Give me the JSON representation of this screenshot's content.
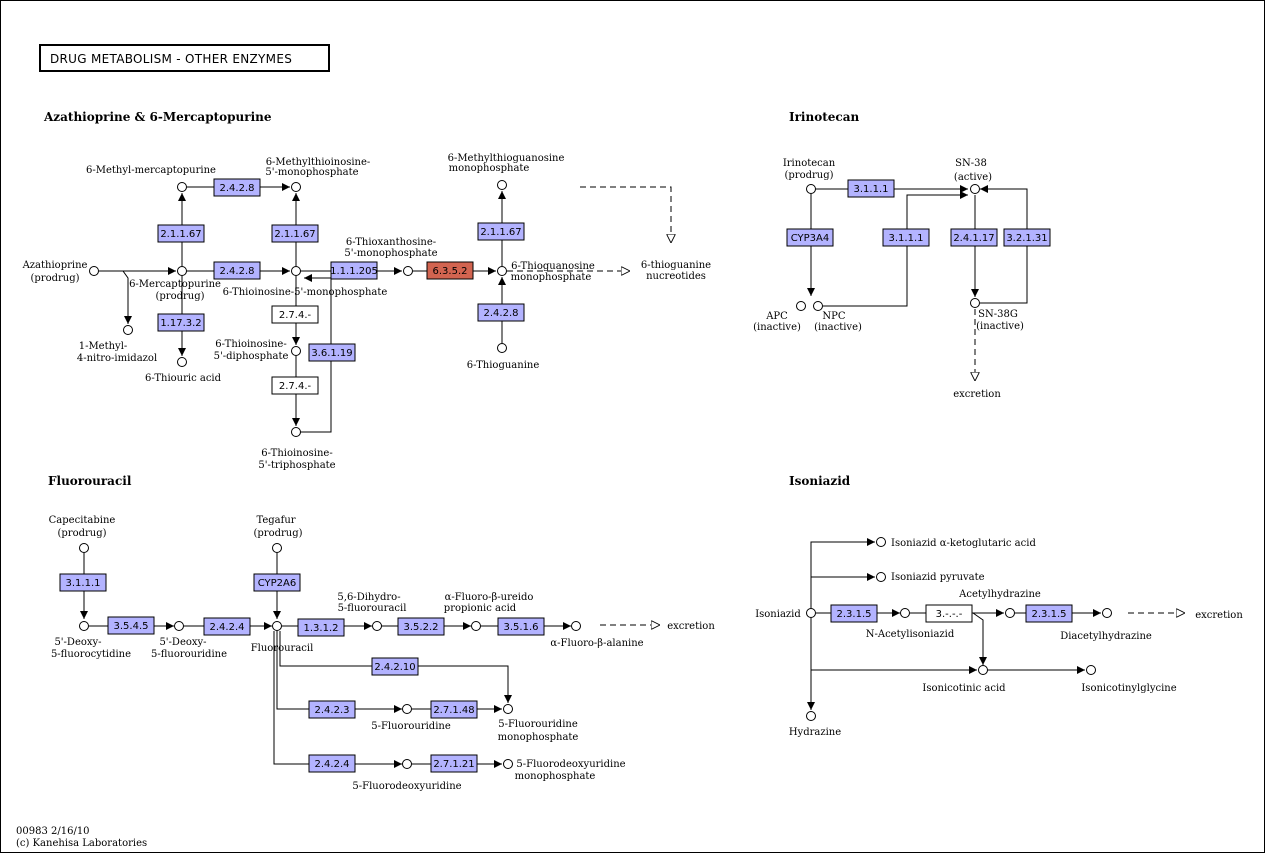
{
  "title": "DRUG  METABOLISM - OTHER ENZYMES",
  "colors": {
    "gene_box": "#b3b3ff",
    "highlight_box": "#d26450",
    "plain_box": "#ffffff",
    "line": "#000000"
  },
  "sections": {
    "azathioprine": "Azathioprine & 6-Mercaptopurine",
    "irinotecan": "Irinotecan",
    "fluorouracil": "Fluorouracil",
    "isoniazid": "Isoniazid"
  },
  "enzymes": {
    "aza_242_a": "2.4.2.8",
    "aza_21167_a": "2.1.1.67",
    "aza_21167_b": "2.1.1.67",
    "aza_242_b": "2.4.2.8",
    "aza_11732": "1.17.3.2",
    "aza_274_a": "2.7.4.-",
    "aza_274_b": "2.7.4.-",
    "aza_36119": "3.6.1.19",
    "aza_111205": "1.1.1.205",
    "aza_6352": "6.3.5.2",
    "aza_21167_c": "2.1.1.67",
    "aza_242_c": "2.4.2.8",
    "iri_3111_a": "3.1.1.1",
    "iri_cyp3a4": "CYP3A4",
    "iri_3111_b": "3.1.1.1",
    "iri_24117": "2.4.1.17",
    "iri_32131": "3.2.1.31",
    "fu_3111": "3.1.1.1",
    "fu_cyp2a6": "CYP2A6",
    "fu_3545": "3.5.4.5",
    "fu_2424_a": "2.4.2.4",
    "fu_1312": "1.3.1.2",
    "fu_3522": "3.5.2.2",
    "fu_3516": "3.5.1.6",
    "fu_24210": "2.4.2.10",
    "fu_2423": "2.4.2.3",
    "fu_27148": "2.7.1.48",
    "fu_2424_b": "2.4.2.4",
    "fu_27121": "2.7.1.21",
    "iso_2315_a": "2.3.1.5",
    "iso_3": "3.-.-.-",
    "iso_2315_b": "2.3.1.5"
  },
  "compounds": {
    "methyl_mp": "6-Methyl-mercaptopurine",
    "methylthioinosine_1": "6-Methylthioinosine-",
    "methylthioinosine_2": "5'-monophosphate",
    "methylthioguanosine_1": "6-Methylthioguanosine",
    "methylthioguanosine_2": "monophosphate",
    "azathioprine_1": "Azathioprine",
    "azathioprine_2": "(prodrug)",
    "mp_1": "6-Mercaptopurine",
    "mp_2": "(prodrug)",
    "thioinosine_mp": "6-Thioinosine-5'-monophosphate",
    "thioxanthosine_1": "6-Thioxanthosine-",
    "thioxanthosine_2": "5'-monophosphate",
    "thioguanosine_mp_1": "6-Thioguanosine",
    "thioguanosine_mp_2": "monophosphate",
    "thioguanine_nuc_1": "6-thioguanine",
    "thioguanine_nuc_2": "nucreotides",
    "methyl_nitro_1": "1-Methyl-",
    "methyl_nitro_2": "4-nitro-imidazol",
    "thiouric": "6-Thiouric acid",
    "thioinosine_dp_1": "6-Thioinosine-",
    "thioinosine_dp_2": "5'-diphosphate",
    "thioguanine": "6-Thioguanine",
    "thioinosine_tp_1": "6-Thioinosine-",
    "thioinosine_tp_2": "5'-triphosphate",
    "irinotecan_1": "Irinotecan",
    "irinotecan_2": "(prodrug)",
    "sn38_1": "SN-38",
    "sn38_2": "(active)",
    "apc_1": "APC",
    "apc_2": "(inactive)",
    "npc_1": "NPC",
    "npc_2": "(inactive)",
    "sn38g_1": "SN-38G",
    "sn38g_2": "(inactive)",
    "iri_excretion": "excretion",
    "capecitabine_1": "Capecitabine",
    "capecitabine_2": "(prodrug)",
    "tegafur_1": "Tegafur",
    "tegafur_2": "(prodrug)",
    "dfcr_1": "5'-Deoxy-",
    "dfcr_2": "5-fluorocytidine",
    "dfur_1": "5'-Deoxy-",
    "dfur_2": "5-fluorouridine",
    "fluorouracil": "Fluorouracil",
    "dihydro_1": "5,6-Dihydro-",
    "dihydro_2": "5-fluorouracil",
    "ureido_1": "α-Fluoro-β-ureido",
    "ureido_2": "propionic acid",
    "alanine": "α-Fluoro-β-alanine",
    "fu_excretion": "excretion",
    "fluorouridine": "5-Fluorouridine",
    "fump_1": "5-Fluorouridine",
    "fump_2": "monophosphate",
    "fluorodeoxyuridine": "5-Fluorodeoxyuridine",
    "fdump_1": "5-Fluorodeoxyuridine",
    "fdump_2": "monophosphate",
    "iso_ketoglutaric": "Isoniazid α-ketoglutaric acid",
    "iso_pyruvate": "Isoniazid pyruvate",
    "isoniazid": "Isoniazid",
    "acetylisoniazid": "N-Acetylisoniazid",
    "acetylhydrazine": "Acetylhydrazine",
    "diacetylhydrazine": "Diacetylhydrazine",
    "iso_excretion": "excretion",
    "isonicotinic": "Isonicotinic acid",
    "isonicotinylglycine": "Isonicotinylglycine",
    "hydrazine": "Hydrazine"
  },
  "footer": {
    "line1": "00983 2/16/10",
    "line2": "(c) Kanehisa Laboratories"
  }
}
